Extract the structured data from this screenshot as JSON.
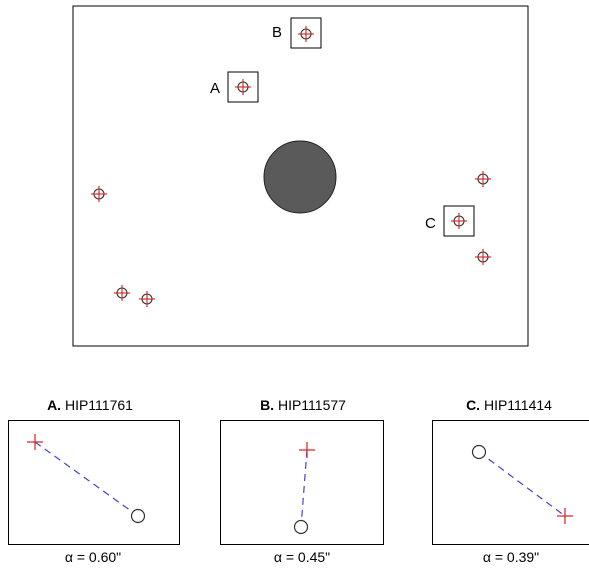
{
  "field": {
    "box_labels": [
      "A",
      "B",
      "C"
    ]
  },
  "panels": [
    {
      "letter": "A.",
      "name": "HIP111761",
      "alpha_symbol": "α =",
      "alpha_value": "0.60\""
    },
    {
      "letter": "B.",
      "name": "HIP111577",
      "alpha_symbol": "α =",
      "alpha_value": "0.45\""
    },
    {
      "letter": "C.",
      "name": "HIP111414",
      "alpha_symbol": "α =",
      "alpha_value": "0.39\""
    }
  ],
  "colors": {
    "marker_cross": "#d42020",
    "marker_circle": "#333333",
    "planet_disk": "#5a5a5a",
    "offset_line": "#4444cc"
  }
}
